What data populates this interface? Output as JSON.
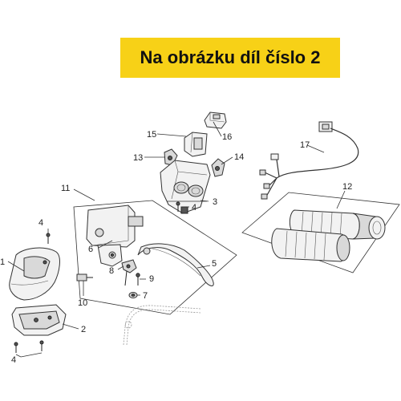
{
  "banner": {
    "text": "Na obrázku díl číslo 2",
    "color": "#f7d117"
  },
  "callouts": [
    {
      "id": "1",
      "text": "1"
    },
    {
      "id": "2",
      "text": "2"
    },
    {
      "id": "3",
      "text": "3"
    },
    {
      "id": "4a",
      "text": "4"
    },
    {
      "id": "4b",
      "text": "4"
    },
    {
      "id": "4c",
      "text": "4"
    },
    {
      "id": "5",
      "text": "5"
    },
    {
      "id": "6",
      "text": "6"
    },
    {
      "id": "7",
      "text": "7"
    },
    {
      "id": "8",
      "text": "8"
    },
    {
      "id": "9",
      "text": "9"
    },
    {
      "id": "10",
      "text": "10"
    },
    {
      "id": "11",
      "text": "11"
    },
    {
      "id": "12",
      "text": "12"
    },
    {
      "id": "13",
      "text": "13"
    },
    {
      "id": "14",
      "text": "14"
    },
    {
      "id": "15",
      "text": "15"
    },
    {
      "id": "16",
      "text": "16"
    },
    {
      "id": "17",
      "text": "17"
    }
  ]
}
